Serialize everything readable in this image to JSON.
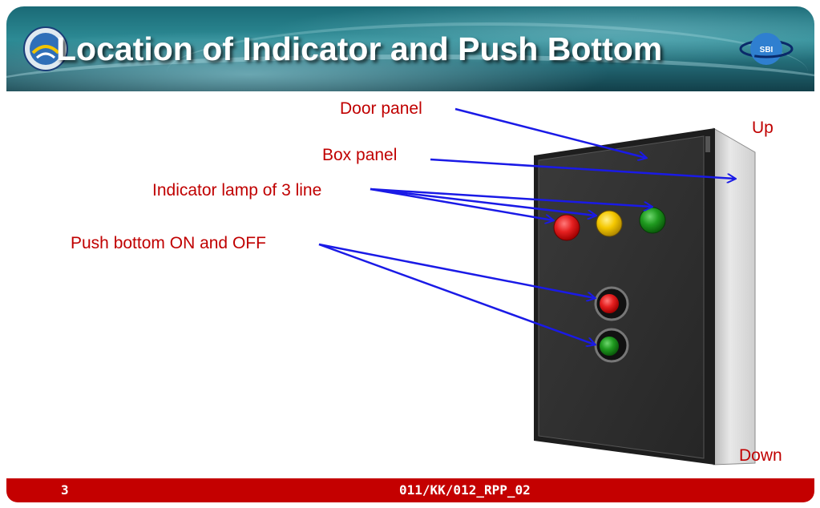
{
  "slide": {
    "title": "Location of Indicator and Push Bottom",
    "labels": {
      "door_panel": "Door panel",
      "box_panel": "Box panel",
      "indicator": "Indicator lamp of 3 line",
      "push": "Push bottom ON and OFF",
      "up": "Up",
      "down": "Down"
    },
    "footer": {
      "page_number": "3",
      "document_code": "011/KK/012_RPP_02"
    }
  },
  "colors": {
    "label_text": "#c00000",
    "arrow": "#1a1ae6",
    "footer": "#c40000",
    "lamp_red": "#e02020",
    "lamp_yellow": "#f2c400",
    "lamp_green": "#1a8a1a"
  },
  "icons": {
    "left_logo": "ministry-seal-icon",
    "right_logo": "sbi-globe-icon"
  }
}
